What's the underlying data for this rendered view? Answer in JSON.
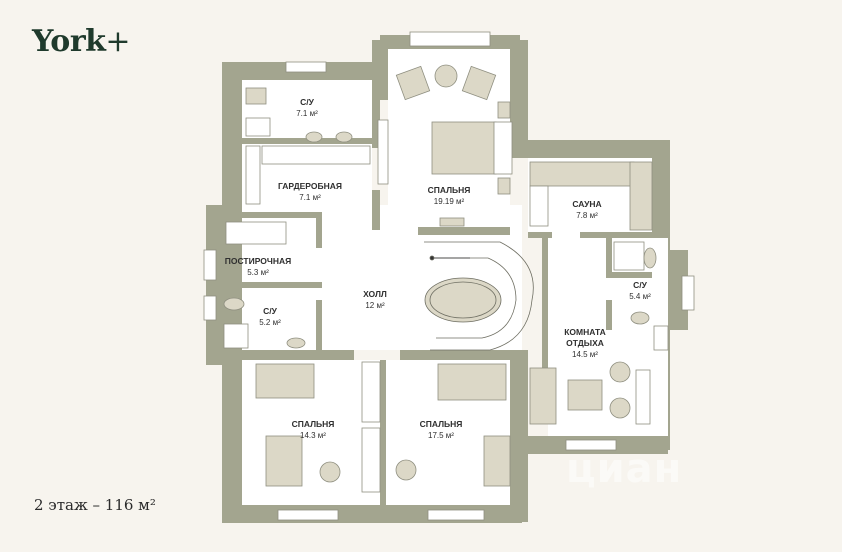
{
  "brand": {
    "name": "York",
    "plus": "+",
    "color": "#1f3a2c"
  },
  "caption": {
    "floor": "2 этаж – 116 м²"
  },
  "colors": {
    "wall": "#a3a58f",
    "floor": "#ffffff",
    "furniture_fill": "#dcd8c7",
    "furniture_stroke": "#8f8f80",
    "background": "#f7f4ee"
  },
  "watermark": {
    "logo_text": "циан",
    "logo_icon": "cian-logo-icon"
  },
  "rooms": [
    {
      "id": "su-top",
      "name": "С/У",
      "area": "7.1 м²"
    },
    {
      "id": "wardrobe",
      "name": "ГАРДЕРОБНАЯ",
      "area": "7.1 м²"
    },
    {
      "id": "bedroom-main",
      "name": "СПАЛЬНЯ",
      "area": "19.19 м²"
    },
    {
      "id": "sauna",
      "name": "САУНА",
      "area": "7.8 м²"
    },
    {
      "id": "laundry",
      "name": "ПОСТИРОЧНАЯ",
      "area": "5.3 м²"
    },
    {
      "id": "hall",
      "name": "ХОЛЛ",
      "area": "12 м²"
    },
    {
      "id": "su-left",
      "name": "С/У",
      "area": "5.2 м²"
    },
    {
      "id": "su-right",
      "name": "С/У",
      "area": "5.4 м²"
    },
    {
      "id": "lounge",
      "name": "КОМНАТА\nОТДЫХА",
      "name_line1": "КОМНАТА",
      "name_line2": "ОТДЫХА",
      "area": "14.5 м²"
    },
    {
      "id": "bedroom-left",
      "name": "СПАЛЬНЯ",
      "area": "14.3 м²"
    },
    {
      "id": "bedroom-right",
      "name": "СПАЛЬНЯ",
      "area": "17.5 м²"
    }
  ]
}
